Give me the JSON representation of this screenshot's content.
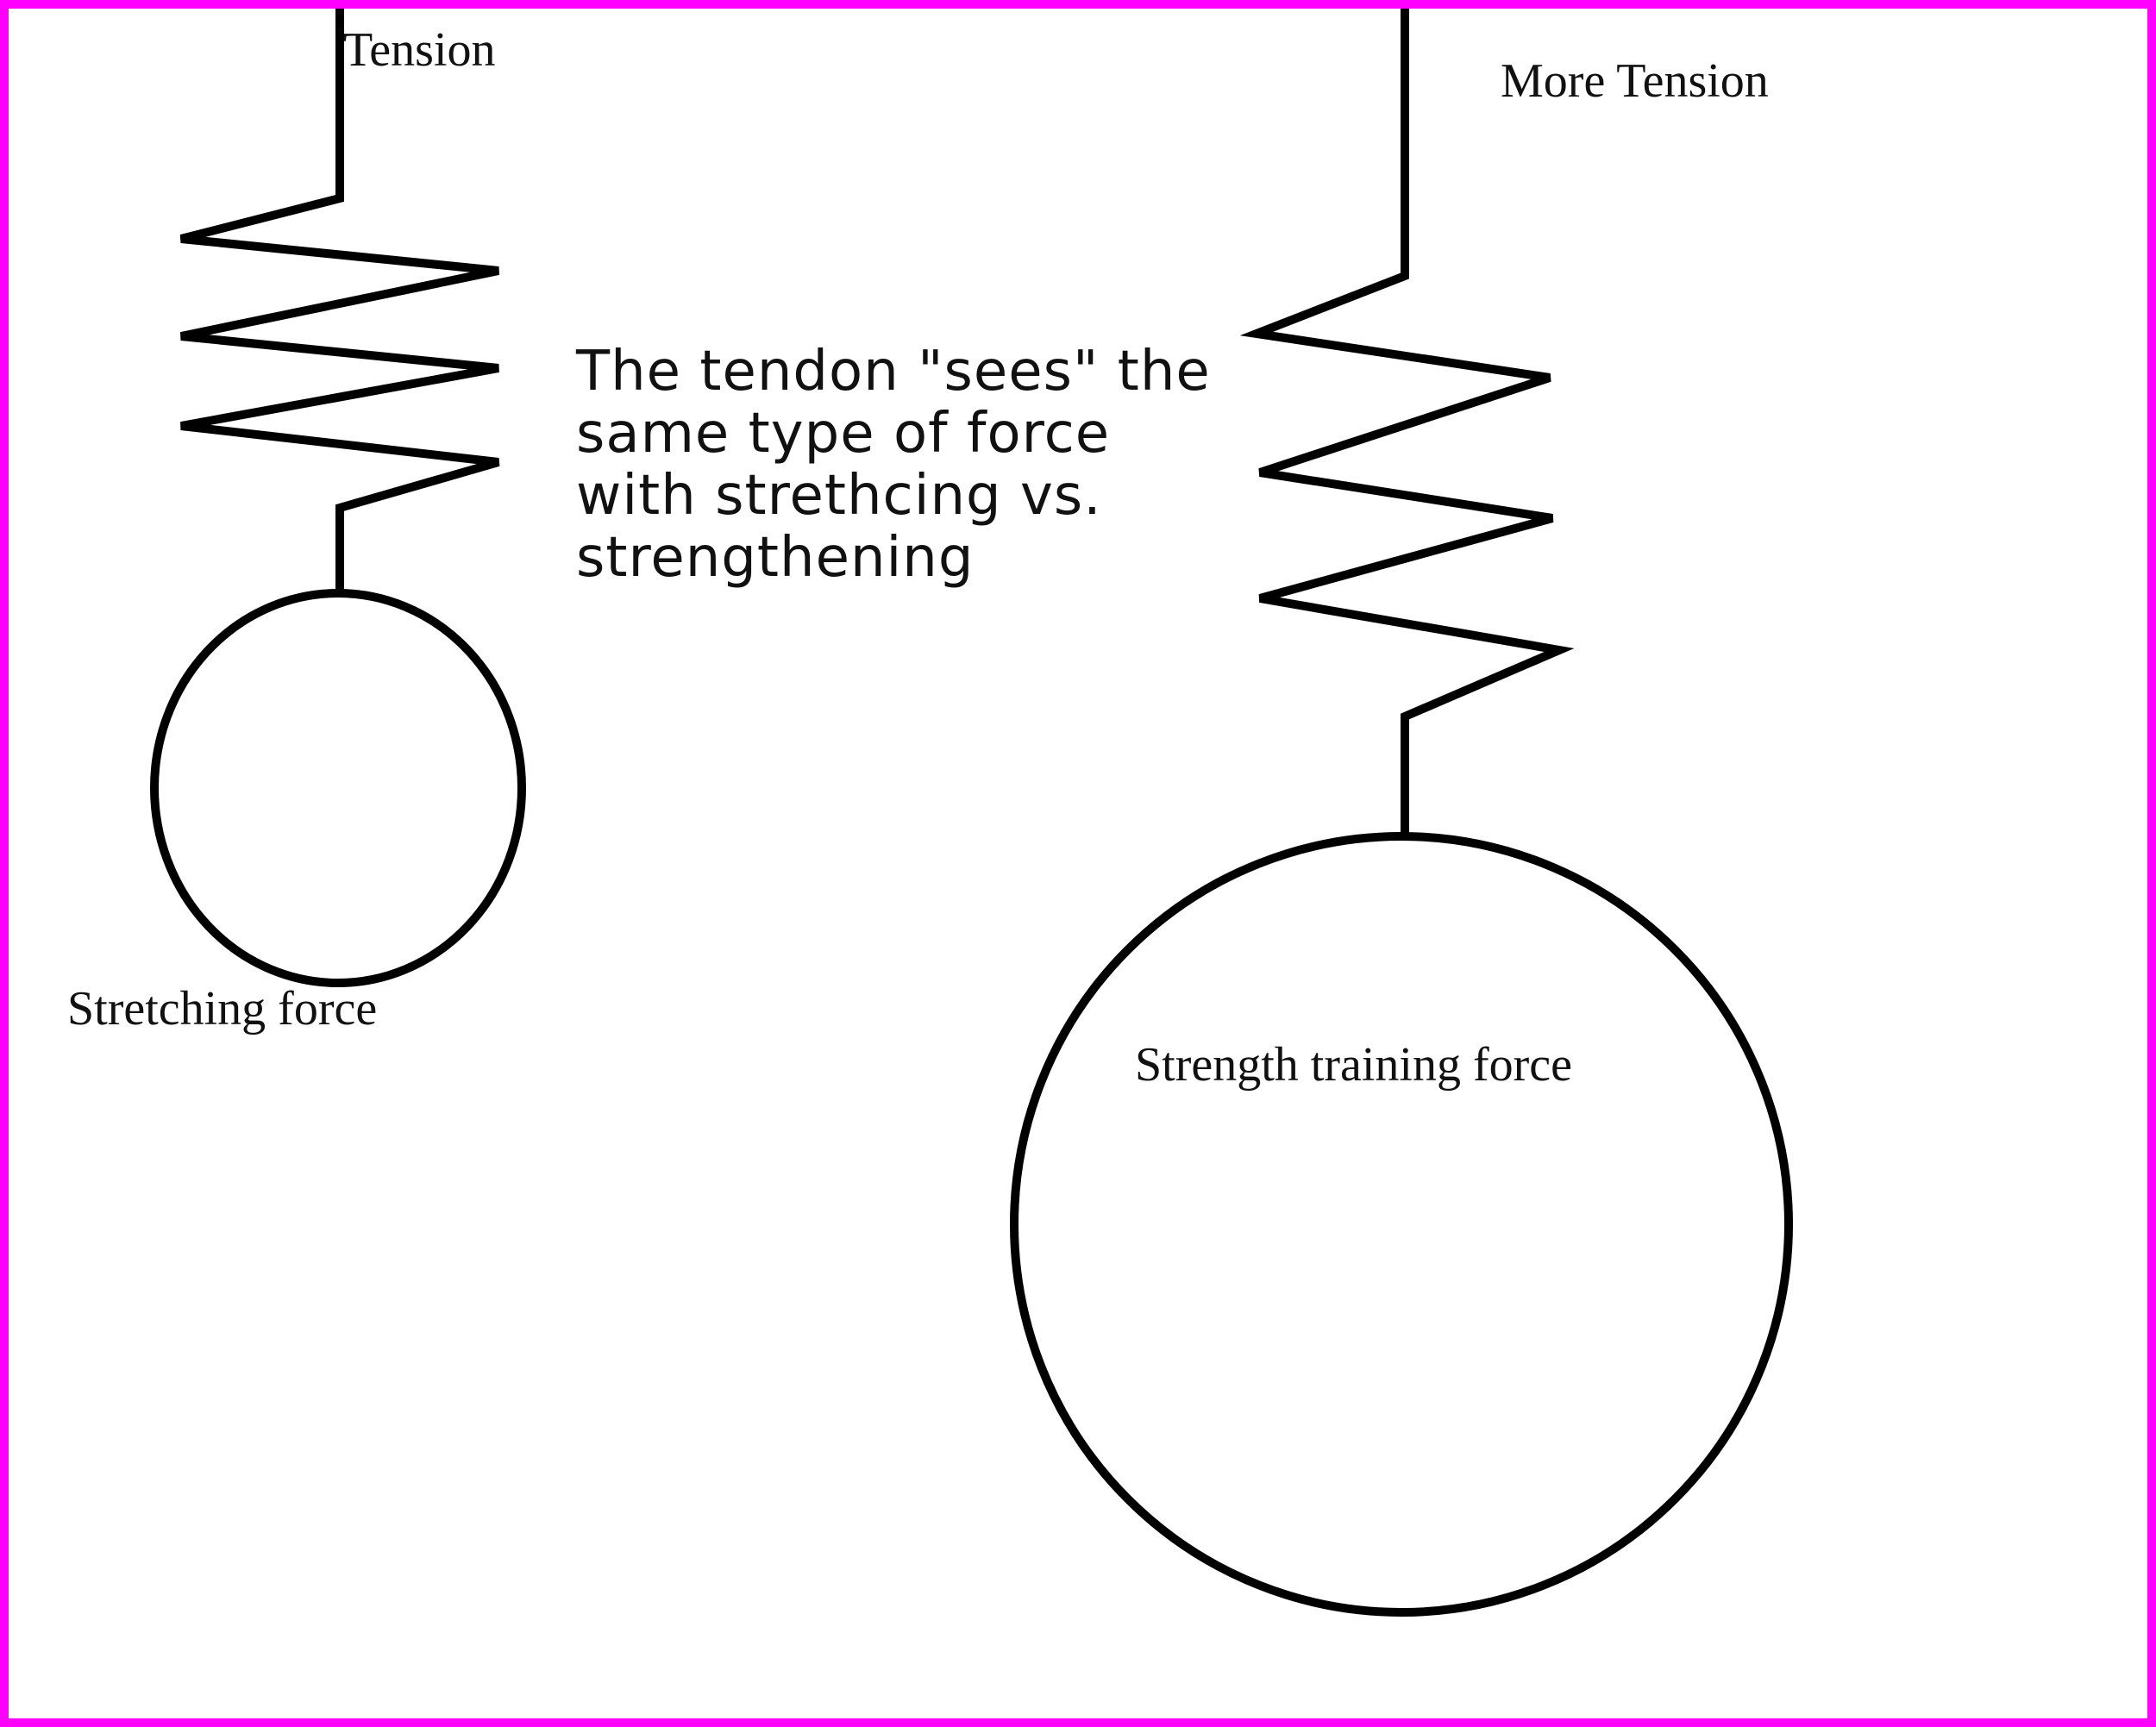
{
  "frame_color": "#ff00ff",
  "ink_color": "#000000",
  "left_system": {
    "tension_label": "Tension",
    "force_label": "Stretching force"
  },
  "right_system": {
    "tension_label": "More Tension",
    "force_label": "Strength training force"
  },
  "note": {
    "lines": [
      "The tendon \"sees\" the",
      "same type of force",
      "with strethcing vs.",
      "strengthening"
    ]
  }
}
